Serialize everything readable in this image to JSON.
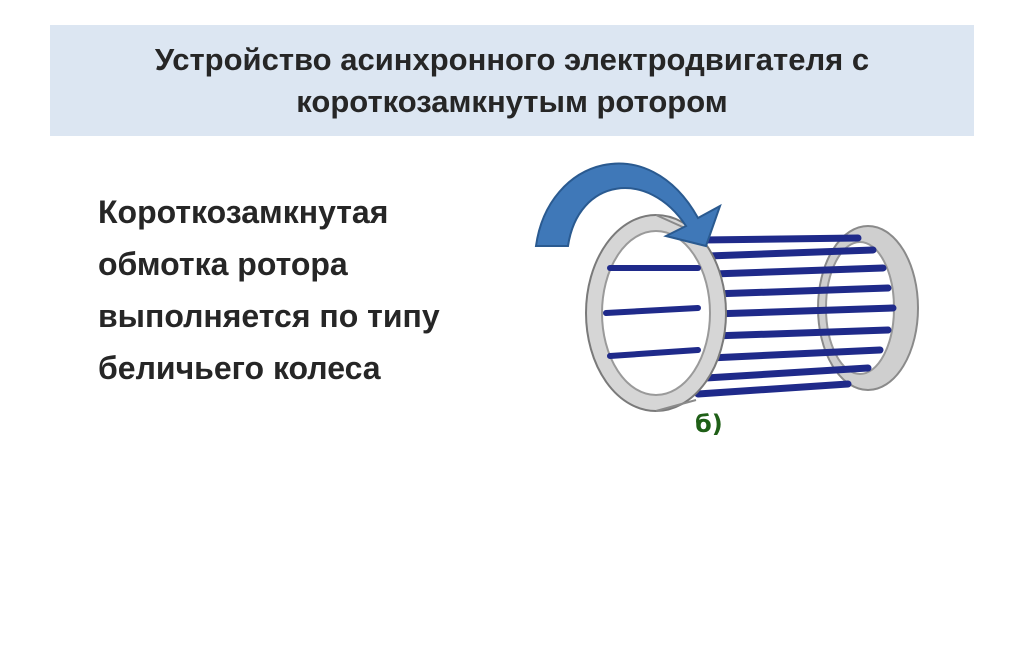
{
  "slide": {
    "title_line1": "Устройство асинхронного электродвигателя с",
    "title_line2": "короткозамкнутым ротором",
    "body_lines": [
      "Короткозамкнутая",
      "обмотка ротора",
      "выполняется по типу",
      "беличьего колеса"
    ],
    "figure_caption": "б)",
    "colors": {
      "title_background": "#dce6f2",
      "text": "#262626",
      "rotor_bars": "#1f2a8a",
      "rings": "#c8c8c8",
      "arrow": "#3f78b8",
      "caption": "#1f5f17"
    },
    "icons": {
      "rotation_arrow": "curved-arrow-icon",
      "squirrel_cage": "squirrel-cage-rotor-image"
    }
  }
}
